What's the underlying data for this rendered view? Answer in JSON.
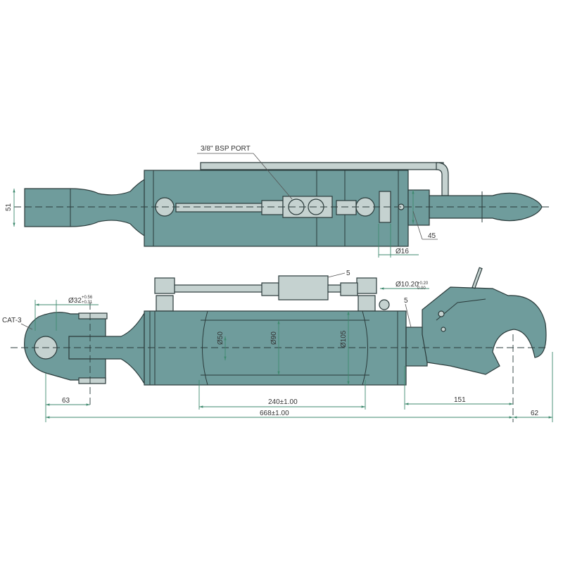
{
  "top_view": {
    "port_label": "3/8'' BSP PORT",
    "dim_height": "51",
    "dim_45": "45",
    "dim_pin": "Ø16"
  },
  "side_view": {
    "category": "CAT-3",
    "pin_diameter": "Ø32",
    "pin_tol_upper": "+0.56",
    "pin_tol_lower": "+0.31",
    "valve_label": "5",
    "hook_label": "5",
    "hook_pin": "Ø10.20",
    "hook_tol_upper": "+0.20",
    "hook_tol_lower": "0.00",
    "rod_diameter": "Ø50",
    "bore_diameter": "Ø90",
    "outer_diameter": "Ø105",
    "dim_63": "63",
    "stroke": "240±1.00",
    "dim_151": "151",
    "dim_62": "62",
    "overall_length": "668±1.00"
  },
  "colors": {
    "body": "#6f9c9c",
    "light": "#c5d2d0",
    "dimension": "#3f8a6f"
  }
}
